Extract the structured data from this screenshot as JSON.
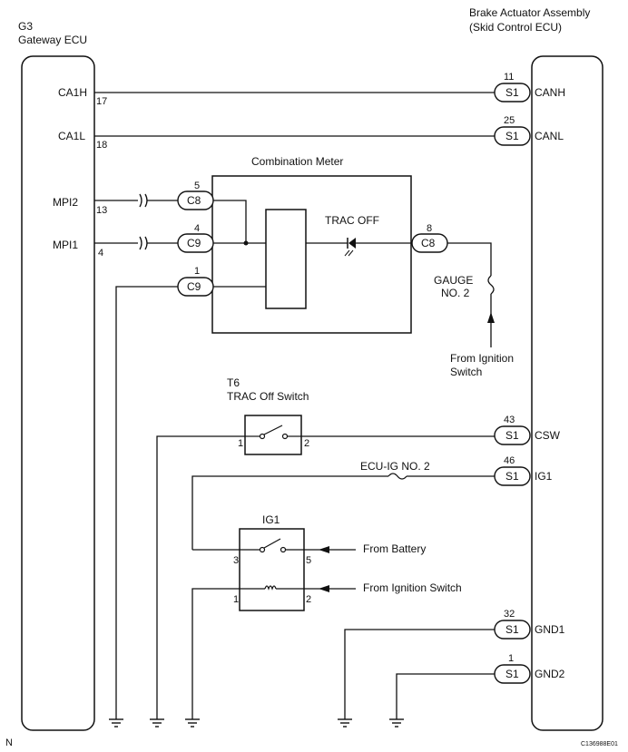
{
  "gateway_ecu": {
    "ref": "G3",
    "name": "Gateway ECU"
  },
  "brake_actuator": {
    "title_line1": "Brake Actuator Assembly",
    "title_line2": "(Skid Control ECU)"
  },
  "combination_meter": {
    "title": "Combination Meter",
    "trac_off_label": "TRAC OFF"
  },
  "gateway_pins": [
    {
      "name": "CA1H",
      "number": "17"
    },
    {
      "name": "CA1L",
      "number": "18"
    },
    {
      "name": "MPI2",
      "number": "13"
    },
    {
      "name": "MPI1",
      "number": "4"
    }
  ],
  "actuator_pins": [
    {
      "name": "CANH",
      "number": "11",
      "connector": "S1"
    },
    {
      "name": "CANL",
      "number": "25",
      "connector": "S1"
    },
    {
      "name": "CSW",
      "number": "43",
      "connector": "S1"
    },
    {
      "name": "IG1",
      "number": "46",
      "connector": "S1"
    },
    {
      "name": "GND1",
      "number": "32",
      "connector": "S1"
    },
    {
      "name": "GND2",
      "number": "1",
      "connector": "S1"
    }
  ],
  "meter_connectors": [
    {
      "connector": "C8",
      "number": "5"
    },
    {
      "connector": "C9",
      "number": "4"
    },
    {
      "connector": "C9",
      "number": "1"
    },
    {
      "connector": "C8",
      "number": "8"
    }
  ],
  "gauge_fuse": {
    "line1": "GAUGE",
    "line2": "NO. 2"
  },
  "from_ignition_switch_top": {
    "line1": "From Ignition",
    "line2": "Switch"
  },
  "trac_off_switch": {
    "ref": "T6",
    "name": "TRAC Off Switch",
    "pin_left": "1",
    "pin_right": "2"
  },
  "ecu_ig_fuse": {
    "label": "ECU-IG NO. 2"
  },
  "ig1_relay": {
    "label": "IG1",
    "pin_top_left": "3",
    "pin_top_right": "5",
    "pin_bottom_left": "1",
    "pin_bottom_right": "2"
  },
  "sources": {
    "battery": "From Battery",
    "ignition_switch": "From Ignition Switch"
  },
  "footer": {
    "left": "N",
    "right": "C136988E01"
  }
}
